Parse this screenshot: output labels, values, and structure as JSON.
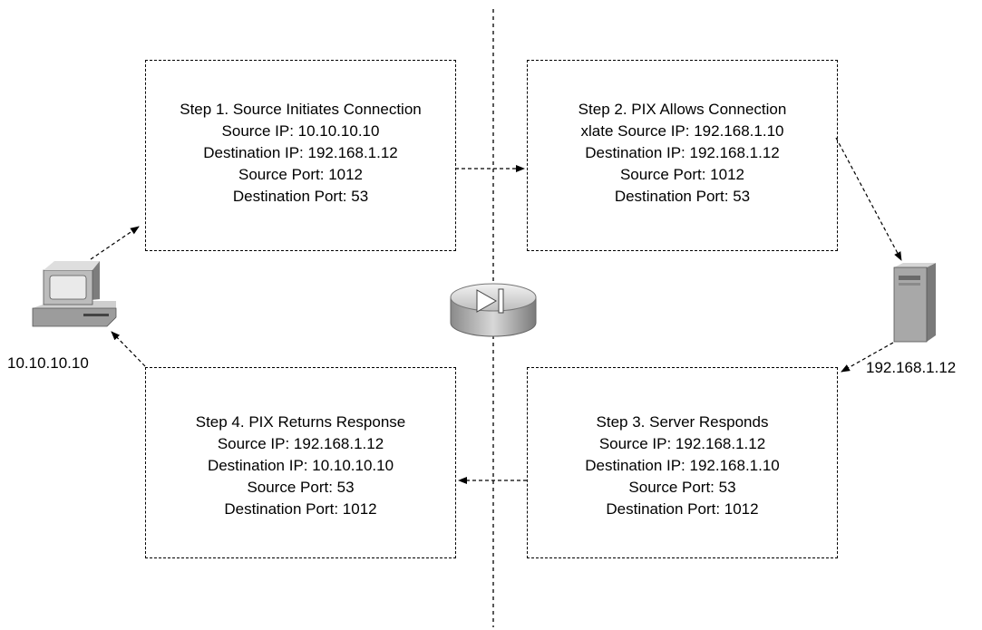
{
  "client": {
    "ip": "10.10.10.10",
    "icon": "workstation-icon"
  },
  "server": {
    "ip": "192.168.1.12",
    "icon": "server-icon"
  },
  "firewall": {
    "icon": "pix-firewall-icon"
  },
  "steps": [
    {
      "title": "Step 1. Source Initiates Connection",
      "source_ip": "Source IP: 10.10.10.10",
      "destination_ip": "Destination IP: 192.168.1.12",
      "source_port": "Source Port: 1012",
      "destination_port": "Destination Port: 53"
    },
    {
      "title": "Step 2. PIX Allows Connection",
      "source_ip": "xlate Source IP: 192.168.1.10",
      "destination_ip": "Destination IP: 192.168.1.12",
      "source_port": "Source Port: 1012",
      "destination_port": "Destination Port: 53"
    },
    {
      "title": "Step 3. Server Responds",
      "source_ip": "Source IP: 192.168.1.12",
      "destination_ip": "Destination IP: 192.168.1.10",
      "source_port": "Source Port: 53",
      "destination_port": "Destination Port: 1012"
    },
    {
      "title": "Step 4. PIX Returns Response",
      "source_ip": "Source IP: 192.168.1.12",
      "destination_ip": "Destination IP: 10.10.10.10",
      "source_port": "Source Port: 53",
      "destination_port": "Destination Port: 1012"
    }
  ]
}
